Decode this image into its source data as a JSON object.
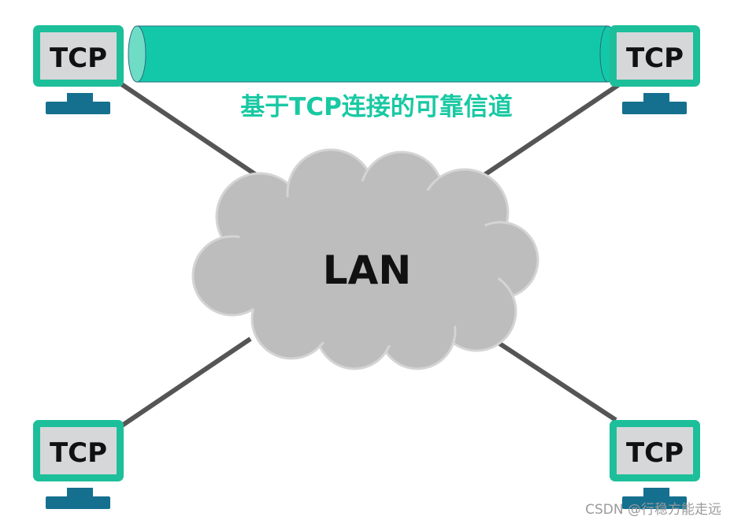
{
  "diagram": {
    "channel_label": "基于TCP连接的可靠信道",
    "network_label": "LAN",
    "hosts": [
      {
        "label": "TCP"
      },
      {
        "label": "TCP"
      },
      {
        "label": "TCP"
      },
      {
        "label": "TCP"
      }
    ]
  },
  "watermark": "CSDN @行稳方能走远",
  "colors": {
    "monitor_frame": "#1dbf9a",
    "screen": "#d6d7d9",
    "stand": "#15708f",
    "tube": "#13c8a8",
    "tube_cap": "#6fdcc6",
    "cloud": "#bdbdbd",
    "link": "#555555"
  }
}
